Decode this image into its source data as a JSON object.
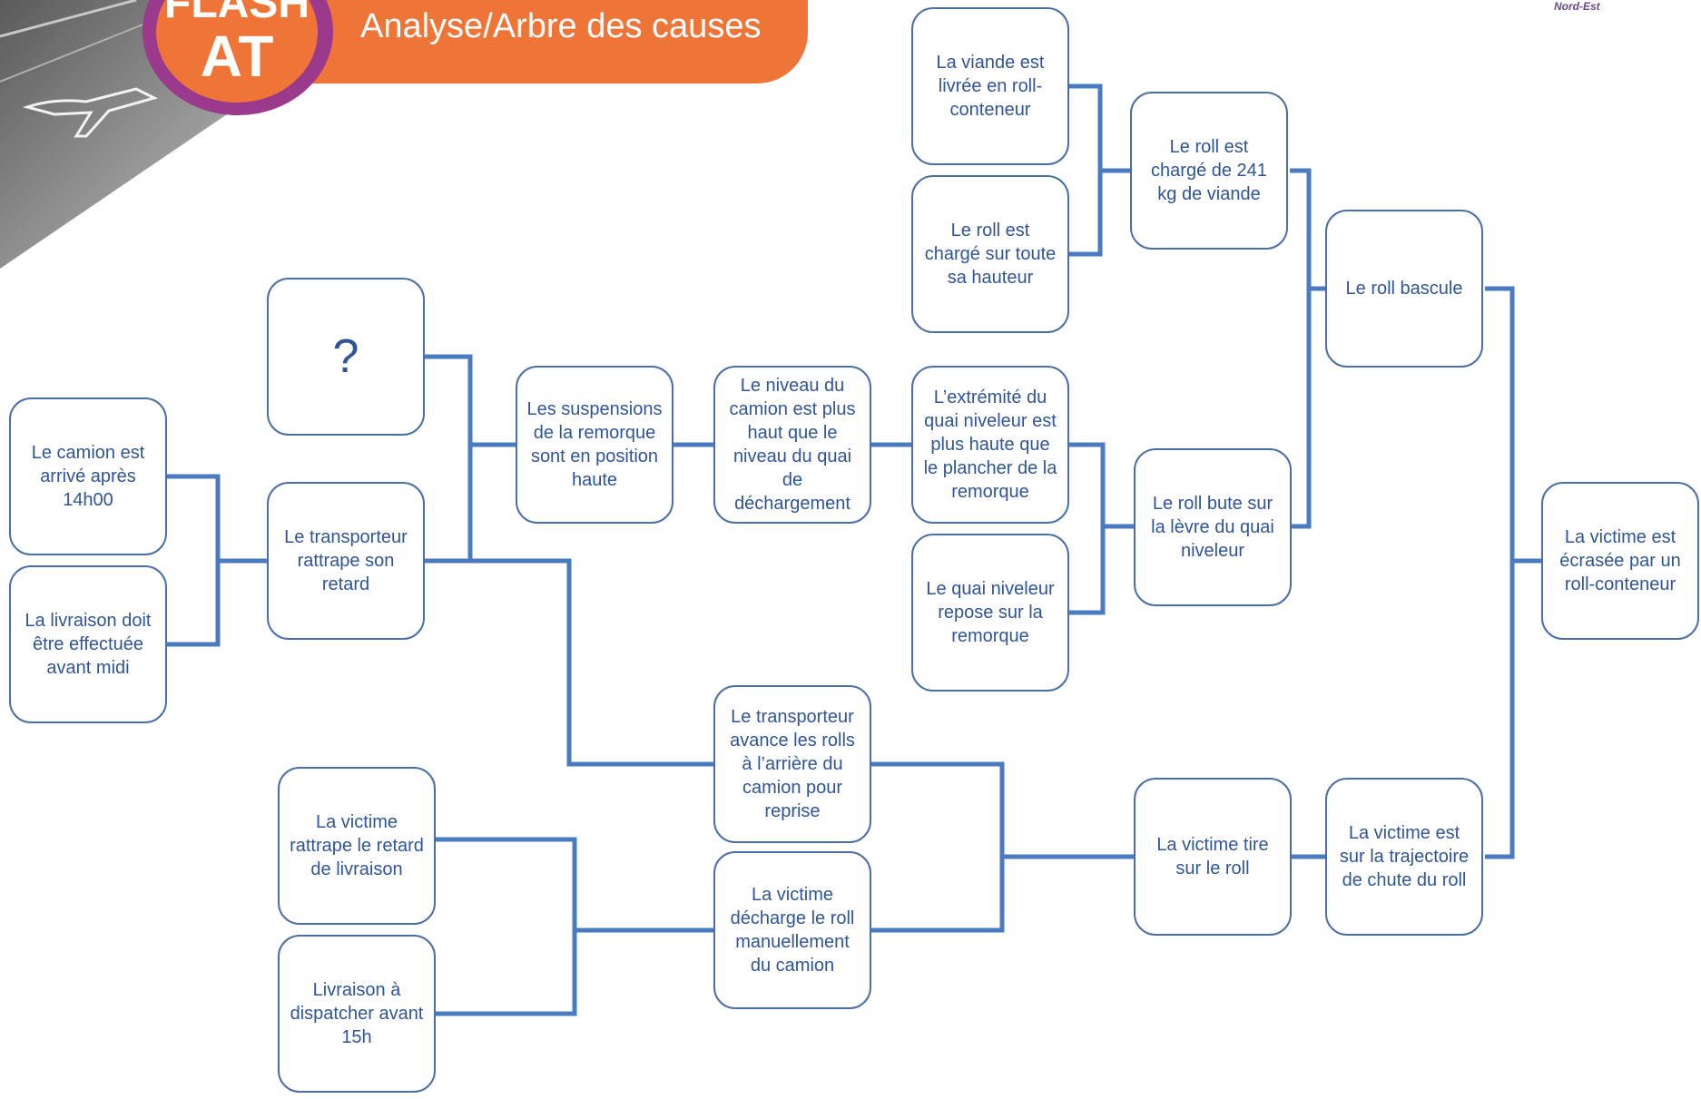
{
  "header": {
    "badge_line1": "FLASH",
    "badge_line2": "AT",
    "title": "Analyse/Arbre des causes",
    "region": "Nord-Est"
  },
  "colors": {
    "banner": "#ee7437",
    "badge_ring": "#9b3a8c",
    "box_border": "#4a6fa5",
    "box_text": "#2f5597",
    "connector": "#4a7ac0"
  },
  "tree": {
    "nodes": {
      "viande_roll": "La viande est livrée en roll-conteneur",
      "roll_hauteur": "Le roll est chargé sur toute sa hauteur",
      "roll_241": "Le roll est chargé de 241 kg de viande",
      "roll_bascule": "Le roll bascule",
      "question": "?",
      "camion_14h": "Le camion est arrivé après 14h00",
      "livraison_midi": "La livraison doit être effectuée avant midi",
      "transporteur_retard": "Le transporteur rattrape son retard",
      "suspensions": "Les suspensions de la remorque sont en position haute",
      "niveau_camion": "Le niveau du camion est plus haut que le niveau du quai de déchargement",
      "extremite_quai": "L’extrémité du quai niveleur est plus haute que le plancher de la remorque",
      "quai_repose": "Le quai niveleur repose sur la remorque",
      "roll_bute": "Le roll bute sur la lèvre du quai niveleur",
      "victime_ecrasee": "La victime est écrasée par un roll-conteneur",
      "transporteur_avance": "Le transporteur avance les rolls à l’arrière du camion pour reprise",
      "victime_retard": "La victime rattrape le retard de livraison",
      "livraison_15h": "Livraison à dispatcher avant 15h",
      "victime_decharge": "La victime décharge le roll manuellement du camion",
      "victime_tire": "La victime tire sur le roll",
      "victime_trajectoire": "La victime est sur la trajectoire de chute du roll"
    }
  }
}
